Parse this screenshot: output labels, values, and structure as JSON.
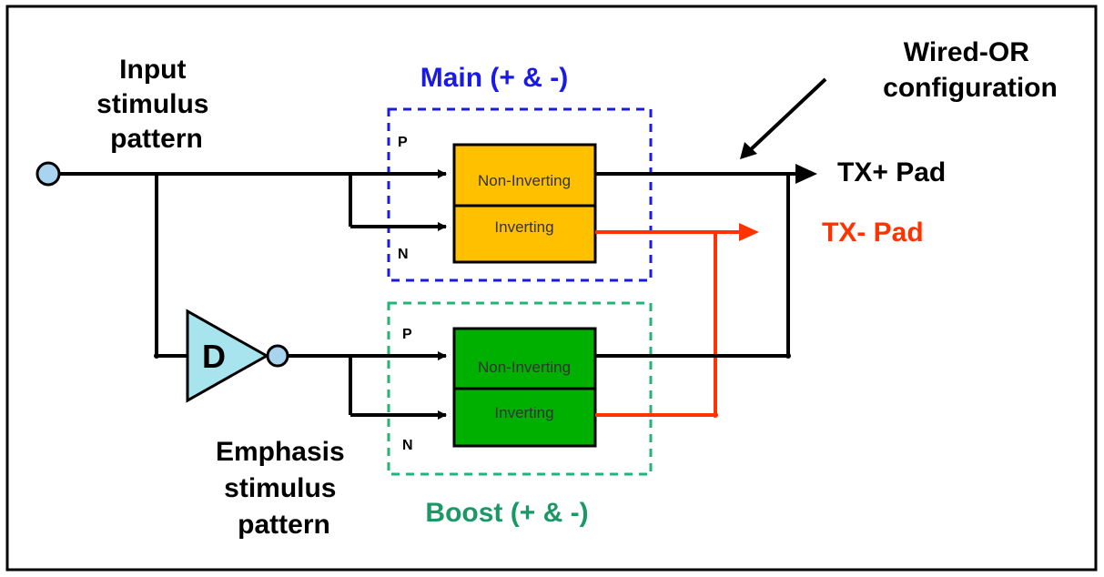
{
  "labels": {
    "input_lines": [
      "Input",
      "stimulus",
      "pattern"
    ],
    "emphasis_lines": [
      "Emphasis",
      "stimulus",
      "pattern"
    ],
    "wired_or_lines": [
      "Wired-OR",
      "configuration"
    ],
    "main_group": "Main (+ & -)",
    "boost_group": "Boost (+ & -)",
    "tx_plus": "TX+ Pad",
    "tx_minus": "TX- Pad",
    "delay": "D",
    "main_p": "P",
    "main_n": "N",
    "boost_p": "P",
    "boost_n": "N",
    "main_noninv": "Non-Inverting",
    "main_inv": "Inverting",
    "boost_noninv": "Non-Inverting",
    "boost_inv": "Inverting"
  },
  "colors": {
    "main_group": "#1a1ae6",
    "boost_group": "#1a9966",
    "main_box": "#ffc000",
    "boost_box": "#00b000",
    "tx_minus": "#ff3300",
    "delay_fill": "#a8e4ee"
  }
}
